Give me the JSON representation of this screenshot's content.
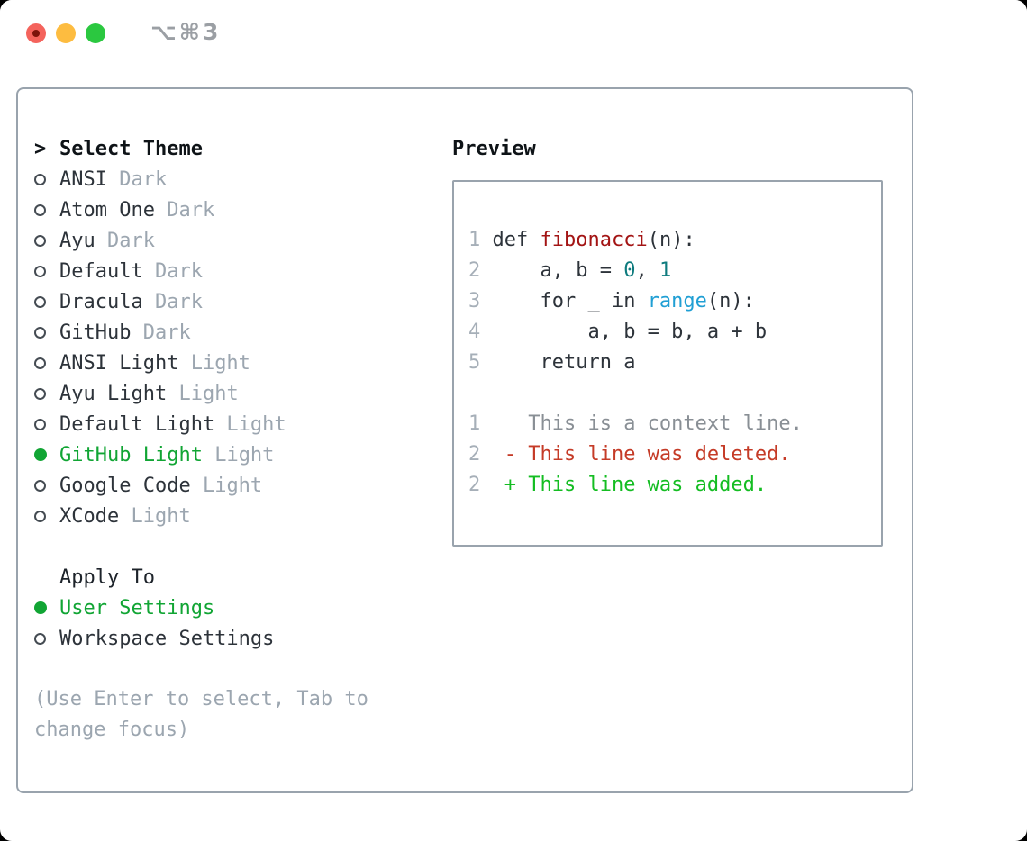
{
  "window": {
    "title": "⌥⌘3"
  },
  "theme_list": {
    "prompt": ">",
    "header": "Select Theme",
    "items": [
      {
        "name": "ANSI",
        "tag": "Dark",
        "selected": false
      },
      {
        "name": "Atom One",
        "tag": "Dark",
        "selected": false
      },
      {
        "name": "Ayu",
        "tag": "Dark",
        "selected": false
      },
      {
        "name": "Default",
        "tag": "Dark",
        "selected": false
      },
      {
        "name": "Dracula",
        "tag": "Dark",
        "selected": false
      },
      {
        "name": "GitHub",
        "tag": "Dark",
        "selected": false
      },
      {
        "name": "ANSI Light",
        "tag": "Light",
        "selected": false
      },
      {
        "name": "Ayu Light",
        "tag": "Light",
        "selected": false
      },
      {
        "name": "Default Light",
        "tag": "Light",
        "selected": false
      },
      {
        "name": "GitHub Light",
        "tag": "Light",
        "selected": true
      },
      {
        "name": "Google Code",
        "tag": "Light",
        "selected": false
      },
      {
        "name": "XCode",
        "tag": "Light",
        "selected": false
      }
    ]
  },
  "apply_to": {
    "header": "Apply To",
    "options": [
      {
        "label": "User Settings",
        "selected": true
      },
      {
        "label": "Workspace Settings",
        "selected": false
      }
    ]
  },
  "hint": "(Use Enter to select, Tab to change focus)",
  "preview": {
    "header": "Preview",
    "lines": [
      {
        "num": "1",
        "tokens": [
          {
            "t": " def ",
            "c": "plain"
          },
          {
            "t": "fibonacci",
            "c": "fn"
          },
          {
            "t": "(n):",
            "c": "plain"
          }
        ]
      },
      {
        "num": "2",
        "tokens": [
          {
            "t": "     a, b = ",
            "c": "plain"
          },
          {
            "t": "0",
            "c": "num"
          },
          {
            "t": ", ",
            "c": "plain"
          },
          {
            "t": "1",
            "c": "num"
          }
        ]
      },
      {
        "num": "3",
        "tokens": [
          {
            "t": "     for _ in ",
            "c": "plain"
          },
          {
            "t": "range",
            "c": "call"
          },
          {
            "t": "(n):",
            "c": "plain"
          }
        ]
      },
      {
        "num": "4",
        "tokens": [
          {
            "t": "         a, b = b, a + b",
            "c": "plain"
          }
        ]
      },
      {
        "num": "5",
        "tokens": [
          {
            "t": "     return a",
            "c": "plain"
          }
        ]
      },
      {
        "blank": true
      },
      {
        "num": "1",
        "tokens": [
          {
            "t": "    This is a context line.",
            "c": "ctx"
          }
        ]
      },
      {
        "num": "2",
        "tokens": [
          {
            "t": "  - This line was deleted.",
            "c": "del"
          }
        ]
      },
      {
        "num": "2",
        "tokens": [
          {
            "t": "  + This line was added.",
            "c": "add"
          }
        ]
      }
    ]
  },
  "colors": {
    "selected-green": "#11a534",
    "added-green": "#14bd22",
    "deleted-red": "#c53b27",
    "function-red": "#a31414",
    "number-teal": "#0e7b7e",
    "builtin-blue": "#209fd4",
    "text-dark": "#2d333a",
    "muted-gray": "#9ca6b0",
    "border-gray": "#99a3ad",
    "traffic-red": "#f4635c",
    "traffic-yellow": "#fdbc40",
    "traffic-green": "#2bc840"
  }
}
